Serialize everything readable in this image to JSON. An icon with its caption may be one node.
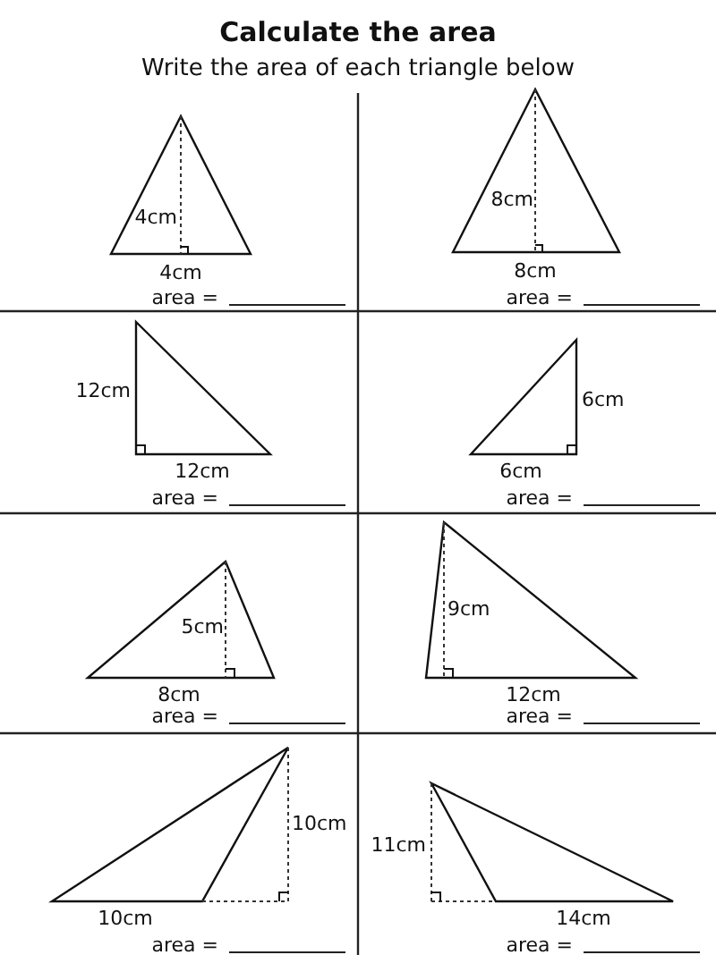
{
  "diagram": {
    "title": "Calculate the area",
    "labels": [
      "Write the area of each triangle below",
      "4cm",
      "4cm",
      "area =",
      "8cm",
      "8cm",
      "area =",
      "12cm",
      "12cm",
      "area =",
      "6cm",
      "6cm",
      "area =",
      "5cm",
      "8cm",
      "area =",
      "9cm",
      "12cm",
      "area =",
      "10cm",
      "10cm",
      "area =",
      "11cm",
      "14cm",
      "area ="
    ]
  }
}
